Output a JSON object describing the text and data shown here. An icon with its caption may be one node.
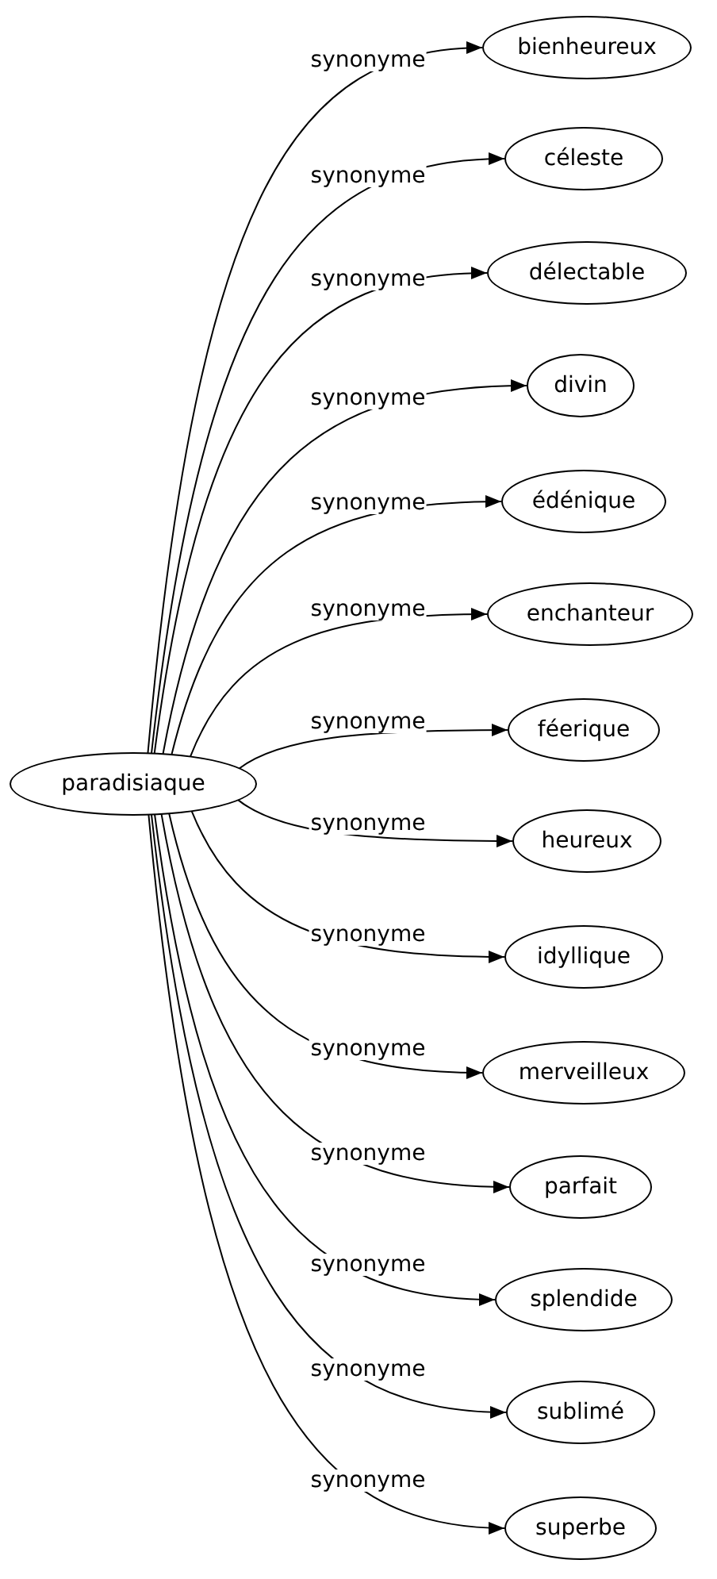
{
  "diagram": {
    "nodes": [
      {
        "text": [
          "paradisiaque"
        ]
      },
      {
        "text": [
          "bienheureux"
        ]
      },
      {
        "text": [
          "céleste"
        ]
      },
      {
        "text": [
          "délectable"
        ]
      },
      {
        "text": [
          "divin"
        ]
      },
      {
        "text": [
          "édénique"
        ]
      },
      {
        "text": [
          "enchanteur"
        ]
      },
      {
        "text": [
          "féerique"
        ]
      },
      {
        "text": [
          "heureux"
        ]
      },
      {
        "text": [
          "idyllique"
        ]
      },
      {
        "text": [
          "merveilleux"
        ]
      },
      {
        "text": [
          "parfait"
        ]
      },
      {
        "text": [
          "splendide"
        ]
      },
      {
        "text": [
          "sublimé"
        ]
      },
      {
        "text": [
          "superbe"
        ]
      }
    ],
    "edges": [
      {
        "from": 0,
        "to": 1,
        "arrow": "to",
        "label": "synonyme"
      },
      {
        "from": 0,
        "to": 2,
        "arrow": "to",
        "label": "synonyme"
      },
      {
        "from": 0,
        "to": 3,
        "arrow": "to",
        "label": "synonyme"
      },
      {
        "from": 0,
        "to": 4,
        "arrow": "to",
        "label": "synonyme"
      },
      {
        "from": 0,
        "to": 5,
        "arrow": "to",
        "label": "synonyme"
      },
      {
        "from": 0,
        "to": 6,
        "arrow": "to",
        "label": "synonyme"
      },
      {
        "from": 0,
        "to": 7,
        "arrow": "to",
        "label": "synonyme"
      },
      {
        "from": 0,
        "to": 8,
        "arrow": "to",
        "label": "synonyme"
      },
      {
        "from": 0,
        "to": 9,
        "arrow": "to",
        "label": "synonyme"
      },
      {
        "from": 0,
        "to": 10,
        "arrow": "to",
        "label": "synonyme"
      },
      {
        "from": 0,
        "to": 11,
        "arrow": "to",
        "label": "synonyme"
      },
      {
        "from": 0,
        "to": 12,
        "arrow": "to",
        "label": "synonyme"
      },
      {
        "from": 0,
        "to": 13,
        "arrow": "to",
        "label": "synonyme"
      },
      {
        "from": 0,
        "to": 14,
        "arrow": "to",
        "label": "synonyme"
      }
    ]
  }
}
